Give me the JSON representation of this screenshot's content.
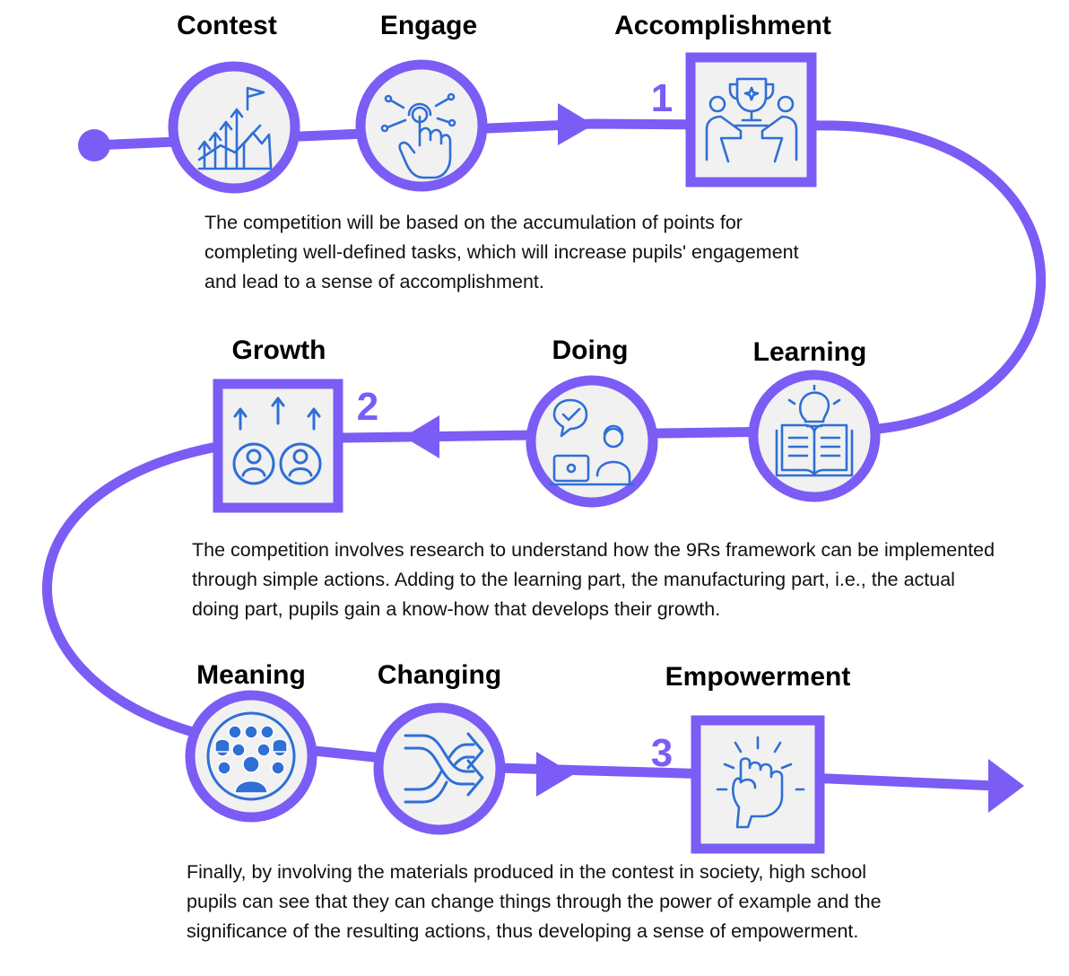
{
  "colors": {
    "accent": "#7b5cf5",
    "icon": "#2f6fd6",
    "tile": "#f1f1f1"
  },
  "stages": [
    {
      "labels": [
        "Contest",
        "Engage",
        "Accomplishment"
      ],
      "number": "1",
      "description": "The competition will be based on the accumulation of points for completing well-defined tasks, which will increase pupils' engagement and lead to a sense of accomplishment."
    },
    {
      "labels": [
        "Growth",
        "Doing",
        "Learning"
      ],
      "number": "2",
      "description": "The competition involves research to understand how the 9Rs framework can be implemented through simple actions. Adding to the learning part, the manufacturing part, i.e., the actual doing part, pupils gain a know-how that develops their growth."
    },
    {
      "labels": [
        "Meaning",
        "Changing",
        "Empowerment"
      ],
      "number": "3",
      "description": "Finally, by involving the materials produced in the contest in society, high school pupils can see that they can change things through the power of example and the significance of the resulting actions, thus developing a sense of empowerment."
    }
  ],
  "icons": {
    "contest": "growth-chart-flag-icon",
    "engage": "touch-hand-icon",
    "accomplishment": "trophy-team-icon",
    "growth": "people-growth-icon",
    "doing": "person-laptop-check-icon",
    "learning": "book-lightbulb-icon",
    "meaning": "audience-group-icon",
    "changing": "shuffle-arrows-icon",
    "empowerment": "raised-fist-icon"
  }
}
